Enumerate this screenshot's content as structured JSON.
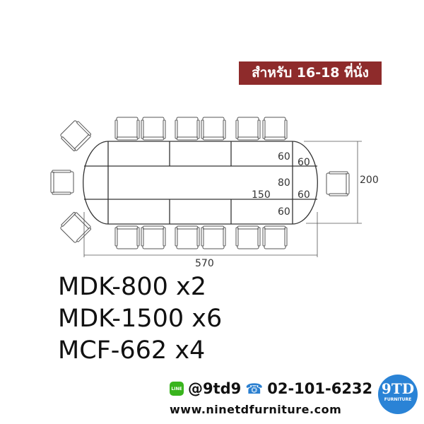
{
  "banner": {
    "text": "สำหรับ 16-18 ที่นั่ง",
    "color": "#8e2b2b"
  },
  "diagram": {
    "dimensions": {
      "width": "570",
      "depth": "200",
      "seg_top": "60",
      "end_top": "60",
      "middle": "80",
      "length": "150",
      "end_bottom": "60",
      "seg_bottom": "60"
    },
    "chairs_count": 16
  },
  "models": [
    "MDK-800 x2",
    "MDK-1500 x6",
    "MCF-662 x4"
  ],
  "contact": {
    "line_icon_text": "LINE",
    "line_id": "@9td9",
    "phone": "02-101-6232",
    "website": "www.ninetdfurniture.com"
  },
  "logo": {
    "main": "9TD",
    "sub": "FURNITURE",
    "color": "#2a83d6"
  }
}
